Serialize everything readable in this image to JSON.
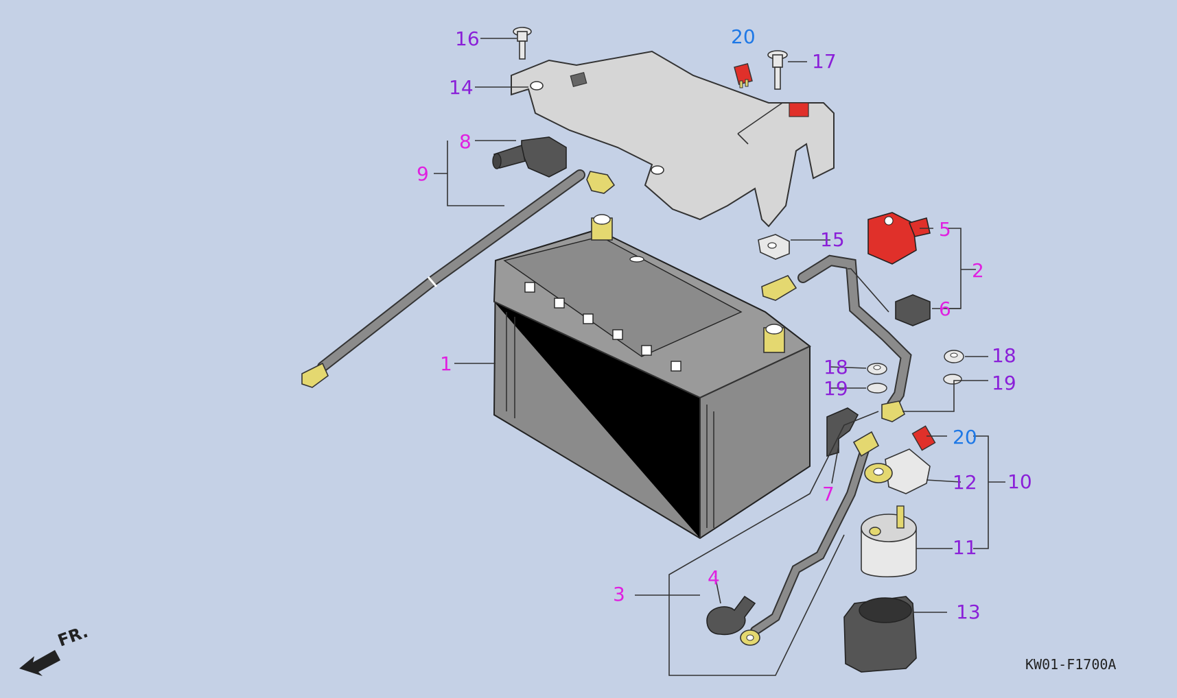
{
  "diagram": {
    "drawing_code": "KW01-F1700A",
    "direction_label": "FR.",
    "colors": {
      "background": "#c5d1e6",
      "label_magenta": "#e020e0",
      "label_purple": "#8a1fd8",
      "label_blue": "#1e78e6",
      "part_dark": "#8b8b8b",
      "part_light": "#d6d6d6",
      "terminal_yellow": "#e4d870",
      "fuse_red": "#e0302a"
    },
    "labels": [
      {
        "id": "1",
        "text": "1"
      },
      {
        "id": "2",
        "text": "2"
      },
      {
        "id": "3",
        "text": "3"
      },
      {
        "id": "4",
        "text": "4"
      },
      {
        "id": "5",
        "text": "5"
      },
      {
        "id": "6",
        "text": "6"
      },
      {
        "id": "7",
        "text": "7"
      },
      {
        "id": "8",
        "text": "8"
      },
      {
        "id": "9",
        "text": "9"
      },
      {
        "id": "10",
        "text": "10"
      },
      {
        "id": "11",
        "text": "11"
      },
      {
        "id": "12",
        "text": "12"
      },
      {
        "id": "13",
        "text": "13"
      },
      {
        "id": "14",
        "text": "14"
      },
      {
        "id": "15",
        "text": "15"
      },
      {
        "id": "16",
        "text": "16"
      },
      {
        "id": "17",
        "text": "17"
      },
      {
        "id": "18a",
        "text": "18"
      },
      {
        "id": "18b",
        "text": "18"
      },
      {
        "id": "19a",
        "text": "19"
      },
      {
        "id": "19b",
        "text": "19"
      },
      {
        "id": "20a",
        "text": "20"
      },
      {
        "id": "20b",
        "text": "20"
      }
    ]
  }
}
